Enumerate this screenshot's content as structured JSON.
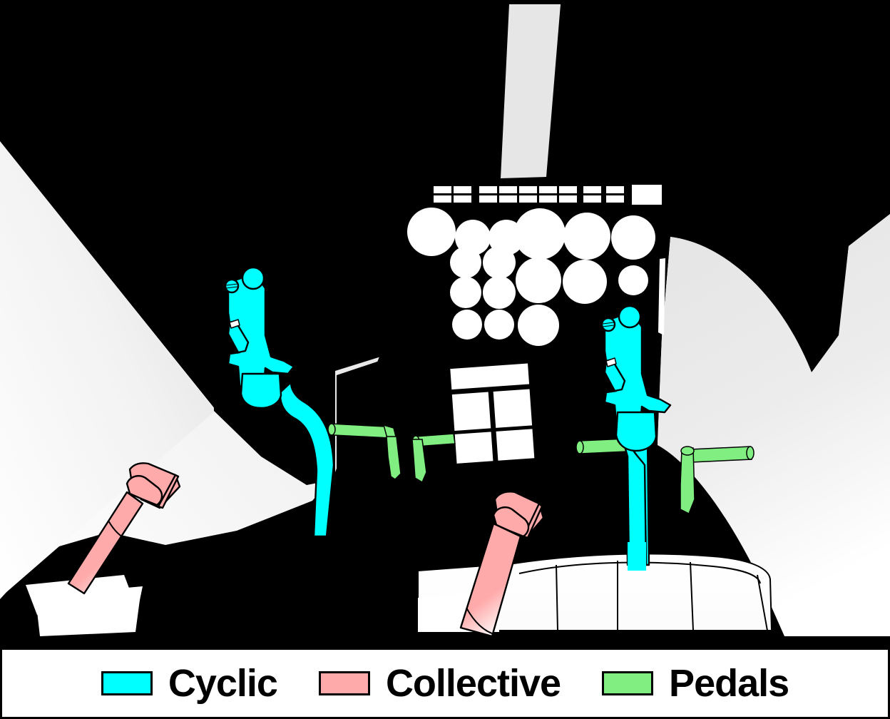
{
  "figure": {
    "kind": "helicopter-cockpit-controls-diagram",
    "background_color": "#000000"
  },
  "legend": {
    "position": "bottom",
    "items": [
      {
        "label": "Cyclic",
        "color": "#00ffff",
        "swatch_name": "cyclic-swatch"
      },
      {
        "label": "Collective",
        "color": "#ffaaaa",
        "swatch_name": "collective-swatch"
      },
      {
        "label": "Pedals",
        "color": "#80ee80",
        "swatch_name": "pedals-swatch"
      }
    ]
  },
  "colors": {
    "cyclic": "#00ffff",
    "collective": "#ffaaaa",
    "pedals": "#80ee80",
    "panel_dark": "#000000",
    "instrument_face": "#ffffff",
    "window_light": "#ededed",
    "outline": "#000000"
  },
  "cockpit": {
    "instrument_panel": {
      "name": "instrument-panel",
      "switch_rows": 2,
      "switch_groups": [
        2,
        7,
        1,
        1
      ],
      "breaker_box_count": 1,
      "gauge_rows": [
        {
          "count": 6,
          "sizes": [
            "large",
            "medium",
            "medium",
            "large",
            "large",
            "large"
          ]
        },
        {
          "count": 2,
          "sizes": [
            "medium",
            "medium"
          ]
        },
        {
          "count": 2,
          "sizes": [
            "medium",
            "medium"
          ]
        },
        {
          "count": 2,
          "sizes": [
            "medium",
            "medium"
          ]
        },
        {
          "count": 3,
          "sizes": [
            "large",
            "large",
            "medium"
          ]
        },
        {
          "count": 1,
          "sizes": [
            "large"
          ]
        }
      ],
      "total_gauges": 16
    },
    "center_console": {
      "name": "center-console",
      "panel_count": 5,
      "rotation_deg": -4
    },
    "controls": [
      {
        "type": "cyclic",
        "side": "left",
        "name": "cyclic-stick-left"
      },
      {
        "type": "cyclic",
        "side": "right",
        "name": "cyclic-stick-right"
      },
      {
        "type": "collective",
        "side": "left",
        "name": "collective-lever-left"
      },
      {
        "type": "collective",
        "side": "right",
        "name": "collective-lever-right"
      },
      {
        "type": "pedals",
        "side": "left",
        "name": "pedal-pair-left",
        "count": 2
      },
      {
        "type": "pedals",
        "side": "right",
        "name": "pedal-pair-right",
        "count": 2
      }
    ],
    "seat": {
      "name": "pilot-seat",
      "cushion_segments": 4
    },
    "windows": [
      {
        "name": "window-left"
      },
      {
        "name": "window-right"
      },
      {
        "name": "windshield-center-post"
      }
    ]
  }
}
